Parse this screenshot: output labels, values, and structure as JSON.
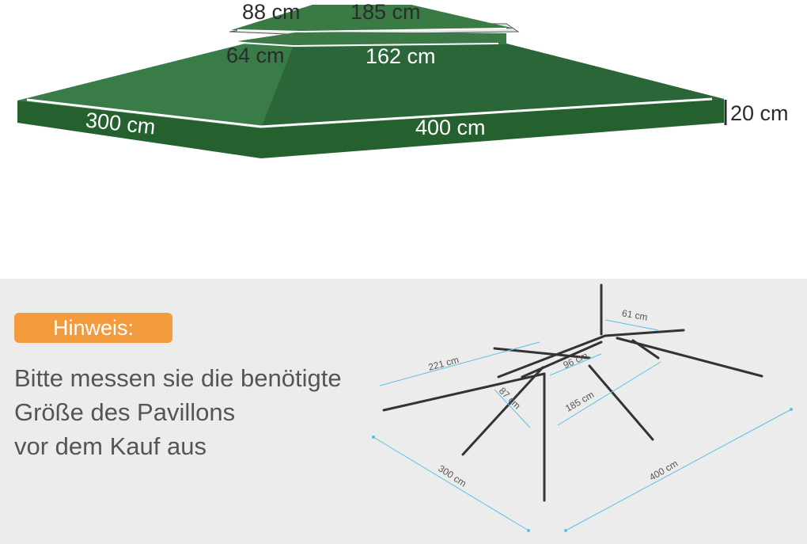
{
  "canopy": {
    "color": "#2e6e3b",
    "dims": {
      "top_width": "88 cm",
      "top_length": "185 cm",
      "mid_width": "64 cm",
      "mid_length": "162 cm",
      "width": "300 cm",
      "length": "400 cm",
      "height": "20 cm"
    }
  },
  "hint": {
    "badge": "Hinweis:",
    "lines": [
      "Bitte messen sie die benötigte",
      "Größe des Pavillons",
      "vor dem Kauf aus"
    ],
    "badge_color": "#f39a3c"
  },
  "frame": {
    "dims": {
      "d61": "61 cm",
      "d221": "221 cm",
      "d96": "96 cm",
      "d87": "87 cm",
      "d185": "185 cm",
      "d300": "300 cm",
      "d400": "400 cm"
    },
    "dim_color": "#5bbfe6",
    "pole_color": "#333333"
  }
}
